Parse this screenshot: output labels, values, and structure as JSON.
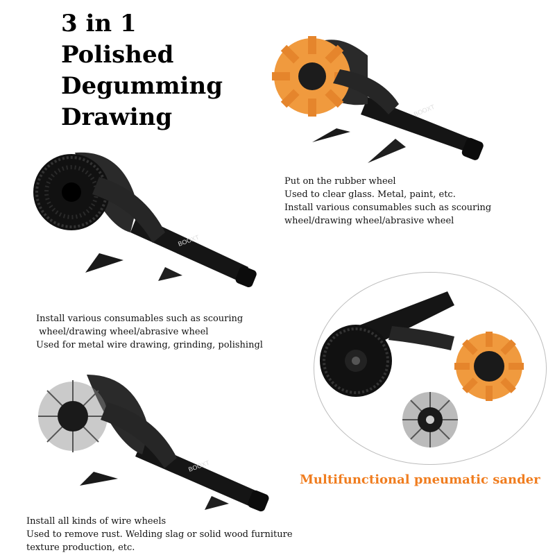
{
  "title": {
    "lines": [
      "3 in 1",
      "Polished",
      "Degumming",
      "Drawing"
    ]
  },
  "rubber_wheel_text": {
    "lines": [
      "Put on the rubber wheel",
      "Used to clear glass. Metal, paint, etc.",
      "Install various consumables such as scouring",
      "wheel/drawing wheel/abrasive wheel"
    ]
  },
  "abrasive_text": {
    "lines": [
      "Install various consumables such as scouring",
      " wheel/drawing wheel/abrasive wheel",
      "Used for metal wire drawing, grinding, polishingl"
    ]
  },
  "wire_wheel_text": {
    "lines": [
      "Install all kinds of wire wheels",
      "Used to remove rust. Welding slag or solid wood furniture",
      "texture production, etc."
    ]
  },
  "highlight_text": "Multifunctional pneumatic sander",
  "brand": "BOOXT",
  "colors": {
    "accent": "#f07d1f",
    "rubber": "#f09a3e",
    "tool": "#151515"
  }
}
